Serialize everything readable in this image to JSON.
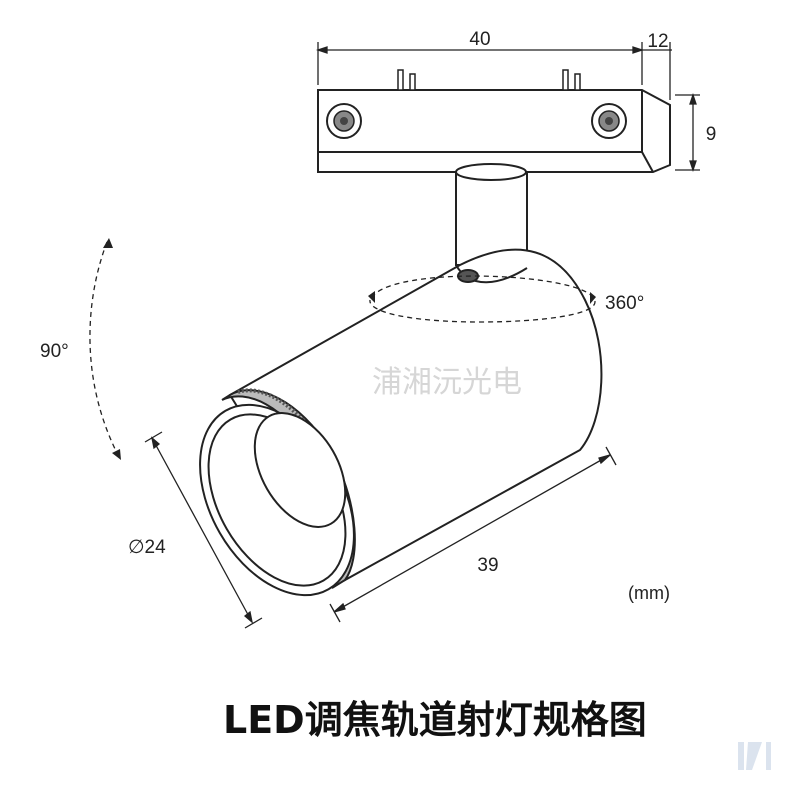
{
  "diagram": {
    "title": "LED调焦轨道射灯规格图",
    "unit": "(mm)",
    "watermark": "浦湘沅光电",
    "dimensions": {
      "base_width": "40",
      "base_depth": "12",
      "base_height": "9",
      "body_length": "39",
      "diameter": "∅24",
      "tilt_angle": "90°",
      "rotation_angle": "360°"
    },
    "colors": {
      "line": "#222222",
      "fill": "#ffffff"
    }
  }
}
